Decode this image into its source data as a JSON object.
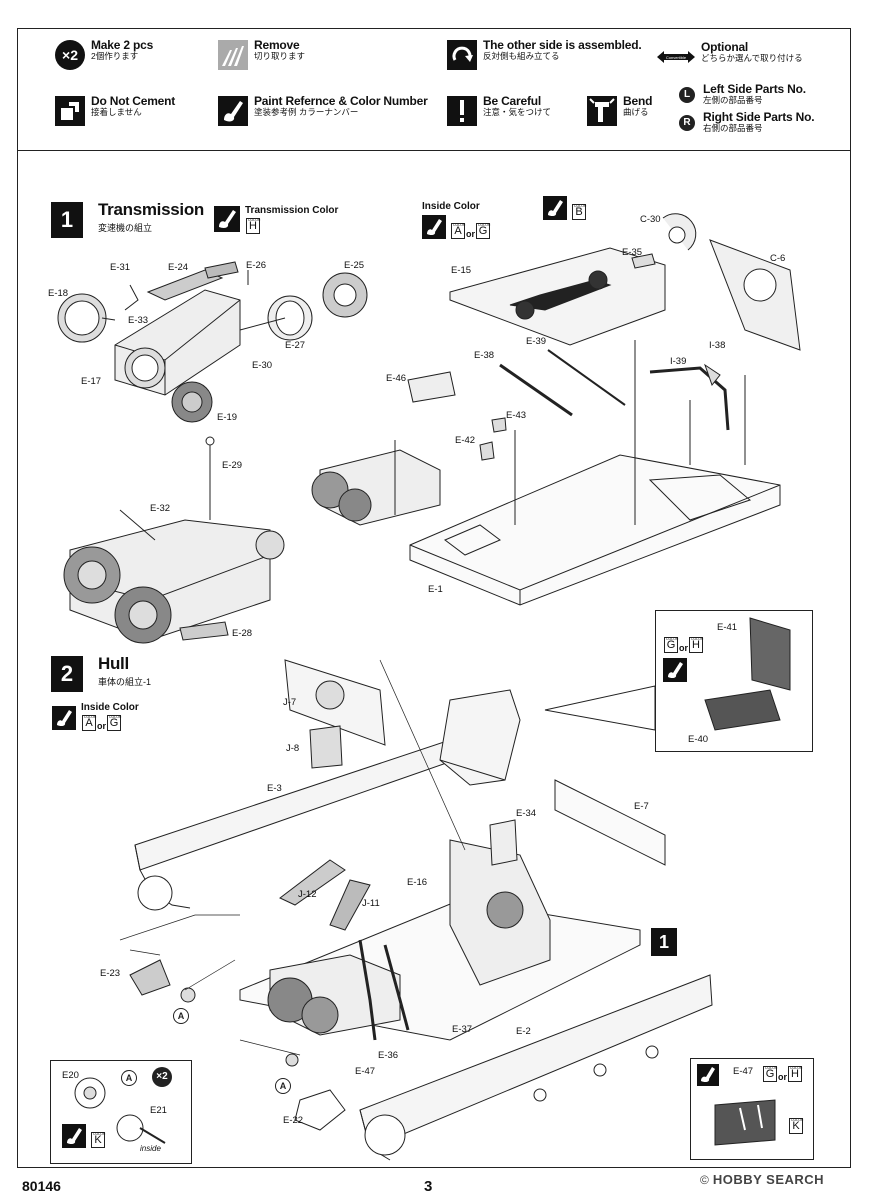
{
  "legend": {
    "make2": {
      "badge": "×2",
      "en": "Make 2 pcs",
      "jp": "2個作ります"
    },
    "remove": {
      "en": "Remove",
      "jp": "切り取ります"
    },
    "other_side": {
      "en": "The other side is assembled.",
      "jp": "反対側も組み立てる"
    },
    "optional": {
      "badge": "Convertible",
      "en": "Optional",
      "jp": "どちらか選んで取り付ける"
    },
    "no_cement": {
      "en": "Do Not Cement",
      "jp": "接着しません"
    },
    "paint_ref": {
      "en": "Paint Refernce & Color Number",
      "jp": "塗装参考例 カラーナンバー"
    },
    "careful": {
      "en": "Be Careful",
      "jp": "注意・気をつけて"
    },
    "bend": {
      "en": "Bend",
      "jp": "曲げる"
    },
    "left_parts": {
      "badge": "L",
      "en": "Left Side Parts No.",
      "jp": "左側の部品番号"
    },
    "right_parts": {
      "badge": "R",
      "en": "Right Side Parts No.",
      "jp": "右側の部品番号"
    }
  },
  "step1": {
    "number": "1",
    "title": "Transmission",
    "jp": "変速機の組立",
    "transmission_color_label": "Transmission Color",
    "transmission_color": "H",
    "inside_color_label": "Inside Color",
    "inside_color_a": "A",
    "inside_color_or": "or",
    "inside_color_b": "G",
    "top_color": "B",
    "parts": [
      "E-31",
      "E-24",
      "E-26",
      "E-25",
      "E-18",
      "E-33",
      "E-27",
      "E-30",
      "E-17",
      "E-19",
      "E-29",
      "E-32",
      "E-28",
      "C-30",
      "E-35",
      "C-6",
      "E-15",
      "I-38",
      "I-39",
      "E-38",
      "E-39",
      "E-46",
      "E-43",
      "E-42",
      "E-1"
    ]
  },
  "step2": {
    "number": "2",
    "title": "Hull",
    "jp": "車体の組立-1",
    "inside_color_label": "Inside Color",
    "inside_color_a": "A",
    "inside_color_or": "or",
    "inside_color_b": "G",
    "seat_color_a": "G",
    "seat_color_or": "or",
    "seat_color_b": "H",
    "parts": [
      "J-7",
      "J-8",
      "E-3",
      "E-34",
      "E-7",
      "J-12",
      "J-11",
      "E-16",
      "E-23",
      "E-37",
      "E-2",
      "E-36",
      "E-47",
      "E-22",
      "E-41",
      "E-40"
    ],
    "ref_step": "1",
    "ref_a": "A",
    "inset_left": {
      "e20": "E20",
      "e21": "E21",
      "badge_a": "A",
      "badge_x2": "×2",
      "color": "K",
      "inside": "inside"
    },
    "inset_right": {
      "part": "E-47",
      "color_a": "G",
      "color_or": "or",
      "color_b": "H",
      "color_k": "K"
    }
  },
  "footer": {
    "code": "80146",
    "page": "3",
    "watermark": "HOBBY SEARCH"
  },
  "colors": {
    "ink": "#111111",
    "paper": "#ffffff",
    "gray": "#bbbbbb"
  }
}
